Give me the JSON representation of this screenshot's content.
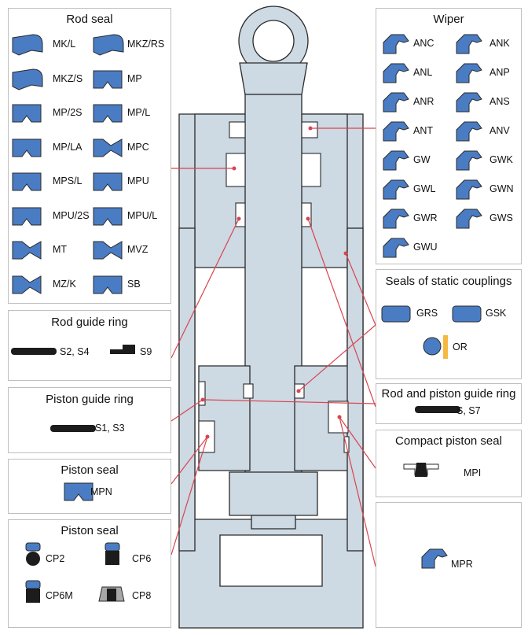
{
  "colors": {
    "seal_blue": "#4a7cc3",
    "metal": "#cdd9e3",
    "outline": "#2a2a2a",
    "leader": "#d9444f",
    "dark": "#1c1c1c",
    "oring_accent": "#f5b942",
    "panel_border": "#bfbfbf"
  },
  "rod_seal": {
    "title": "Rod seal",
    "items": [
      "MK/L",
      "MKZ/RS",
      "MKZ/S",
      "MP",
      "MP/2S",
      "MP/L",
      "MP/LA",
      "MPC",
      "MPS/L",
      "MPU",
      "MPU/2S",
      "MPU/L",
      "MT",
      "MVZ",
      "MZ/K",
      "SB"
    ]
  },
  "wiper": {
    "title": "Wiper",
    "items": [
      "ANC",
      "ANK",
      "ANL",
      "ANP",
      "ANR",
      "ANS",
      "ANT",
      "ANV",
      "GW",
      "GWK",
      "GWL",
      "GWN",
      "GWR",
      "GWS",
      "GWU"
    ]
  },
  "rod_guide_ring": {
    "title": "Rod guide ring",
    "items": [
      "S2, S4",
      "S9"
    ]
  },
  "static_couplings": {
    "title": "Seals of static couplings",
    "items": [
      "GRS",
      "GSK",
      "OR"
    ]
  },
  "piston_guide_ring": {
    "title": "Piston guide ring",
    "items": [
      "S1, S3"
    ]
  },
  "rod_piston_guide_ring": {
    "title": "Rod and piston guide ring",
    "items": [
      "S, S7"
    ]
  },
  "piston_seal_1": {
    "title": "Piston seal",
    "items": [
      "MPN"
    ]
  },
  "compact_piston_seal": {
    "title": "Compact piston seal",
    "items": [
      "MPI"
    ]
  },
  "piston_seal_2": {
    "title": "Piston seal",
    "items": [
      "CP2",
      "CP6",
      "CP6M",
      "CP8"
    ]
  },
  "mpr_panel": {
    "items": [
      "MPR"
    ]
  }
}
